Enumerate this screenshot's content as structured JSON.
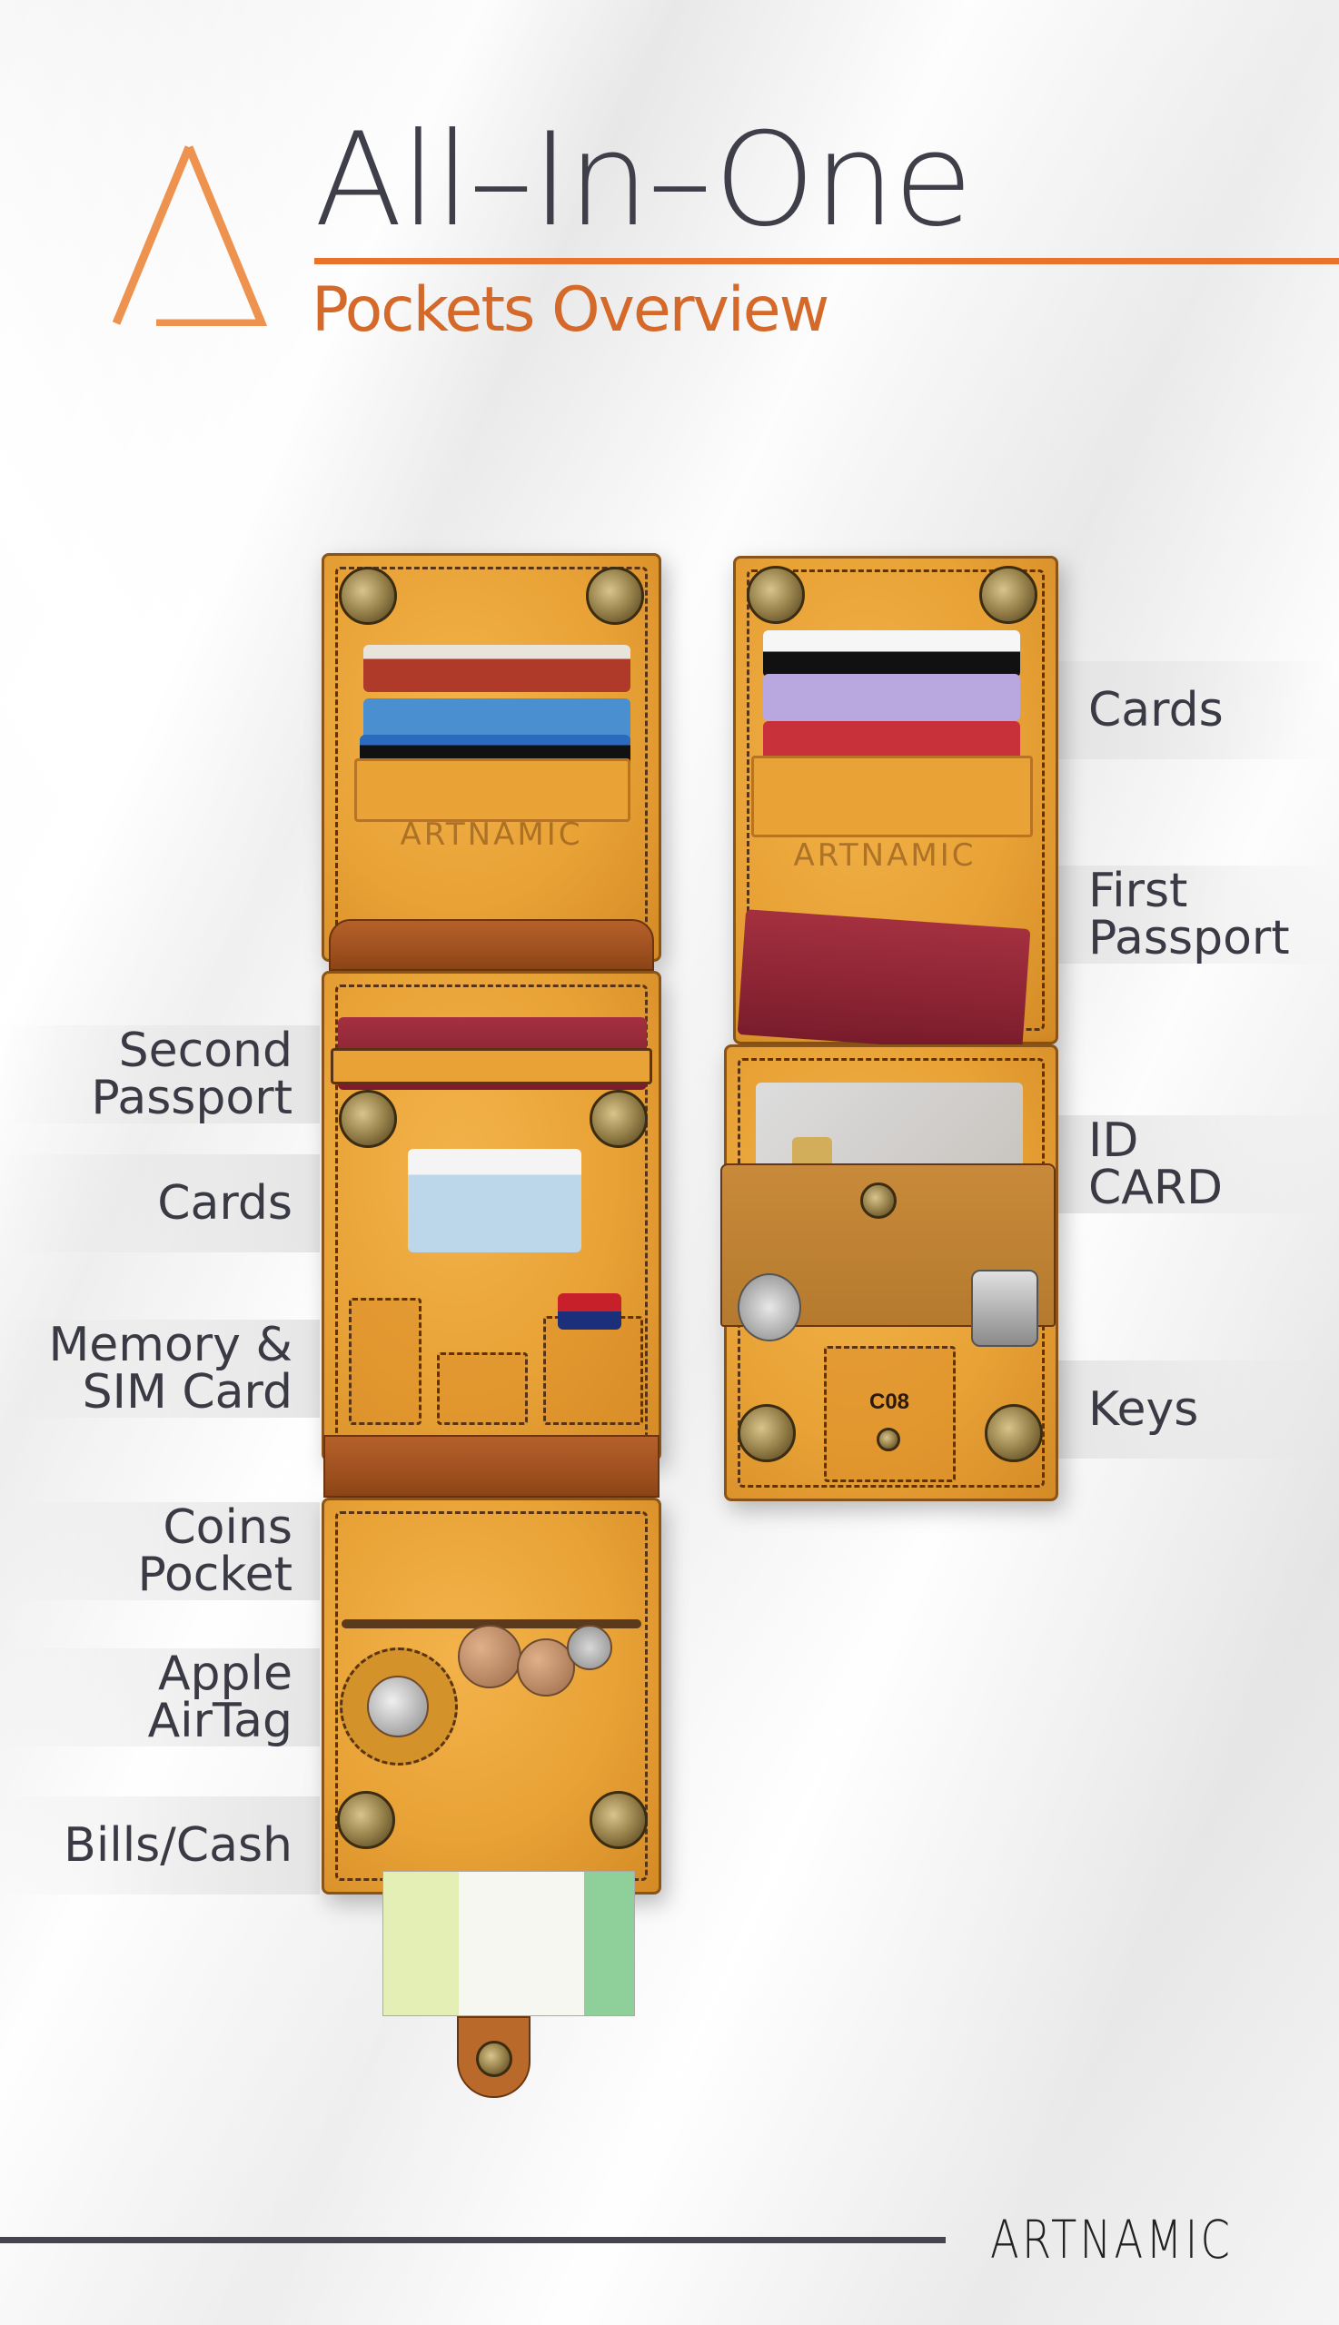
{
  "header": {
    "title": "All–In–One",
    "subtitle": "Pockets Overview"
  },
  "labels_left": [
    {
      "line1": "Second",
      "line2": "Passport"
    },
    {
      "line1": "Cards"
    },
    {
      "line1": "Memory &",
      "line2": "SIM Card"
    },
    {
      "line1": "Coins",
      "line2": "Pocket"
    },
    {
      "line1": "Apple",
      "line2": "AirTag"
    },
    {
      "line1": "Bills/Cash"
    }
  ],
  "labels_right": [
    {
      "line1": "Cards"
    },
    {
      "line1": "First",
      "line2": "Passport"
    },
    {
      "line1": "ID",
      "line2": "CARD"
    },
    {
      "line1": "Keys"
    }
  ],
  "wallet": {
    "emboss_brand": "ARTNAMIC",
    "key_tag": "C08"
  },
  "footer": {
    "brand": "ARTNAMIC"
  },
  "colors": {
    "accent": "#e7742a",
    "text": "#3f3f4a",
    "leather": "#e8a236"
  }
}
